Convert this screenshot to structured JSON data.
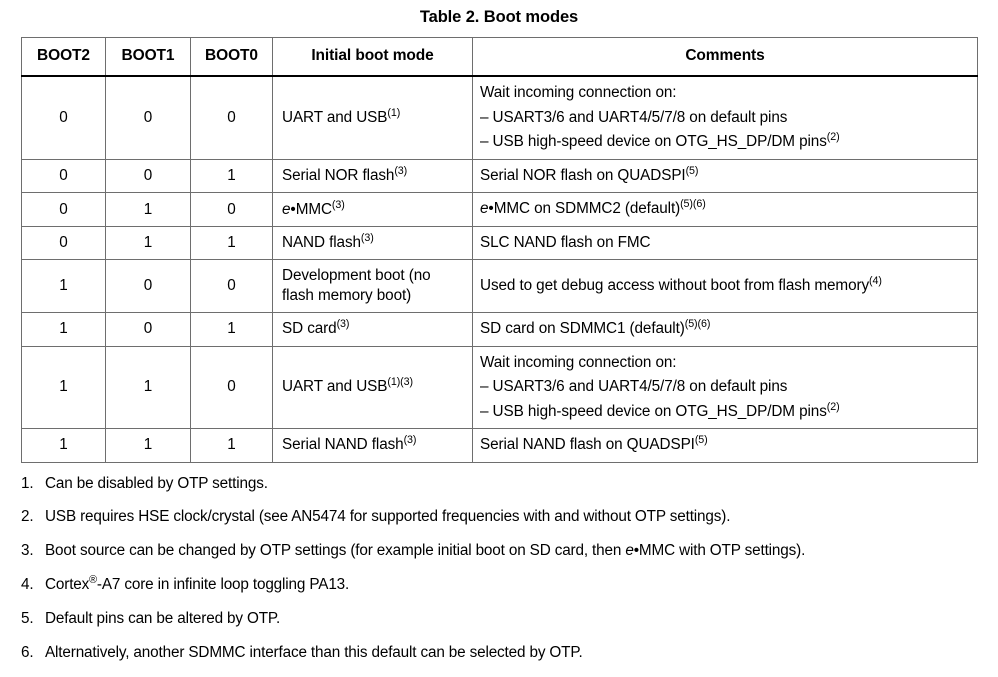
{
  "document": {
    "title": "Table 2. Boot modes"
  },
  "table": {
    "columns": [
      {
        "key": "boot2",
        "label": "BOOT2"
      },
      {
        "key": "boot1",
        "label": "BOOT1"
      },
      {
        "key": "boot0",
        "label": "BOOT0"
      },
      {
        "key": "mode",
        "label": "Initial boot mode"
      },
      {
        "key": "comments",
        "label": "Comments"
      }
    ],
    "rows": [
      {
        "boot2": "0",
        "boot1": "0",
        "boot0": "0",
        "mode": "UART and USB",
        "mode_sup": "(1)",
        "comments_lines": [
          "Wait incoming connection on:",
          "– USART3/6 and UART4/5/7/8 on default pins",
          "– USB high-speed device on OTG_HS_DP/DM pins"
        ],
        "comments_sup": "(2)"
      },
      {
        "boot2": "0",
        "boot1": "0",
        "boot0": "1",
        "mode": "Serial NOR flash",
        "mode_sup": "(3)",
        "comments_lines": [
          "Serial NOR flash on QUADSPI"
        ],
        "comments_sup": "(5)"
      },
      {
        "boot2": "0",
        "boot1": "1",
        "boot0": "0",
        "mode": "e•MMC",
        "mode_sup": "(3)",
        "comments_lines": [
          "e•MMC on SDMMC2 (default)"
        ],
        "comments_sup": "(5)(6)"
      },
      {
        "boot2": "0",
        "boot1": "1",
        "boot0": "1",
        "mode": "NAND flash",
        "mode_sup": "(3)",
        "comments_lines": [
          "SLC NAND flash on FMC"
        ],
        "comments_sup": ""
      },
      {
        "boot2": "1",
        "boot1": "0",
        "boot0": "0",
        "mode": "Development boot (no flash memory boot)",
        "mode_sup": "",
        "comments_lines": [
          "Used to get debug access without boot from flash memory"
        ],
        "comments_sup": "(4)"
      },
      {
        "boot2": "1",
        "boot1": "0",
        "boot0": "1",
        "mode": "SD card",
        "mode_sup": "(3)",
        "comments_lines": [
          "SD card on SDMMC1 (default)"
        ],
        "comments_sup": "(5)(6)"
      },
      {
        "boot2": "1",
        "boot1": "1",
        "boot0": "0",
        "mode": "UART and USB",
        "mode_sup": "(1)(3)",
        "comments_lines": [
          "Wait incoming connection on:",
          "– USART3/6 and UART4/5/7/8 on default pins",
          "– USB high-speed device on OTG_HS_DP/DM pins"
        ],
        "comments_sup": "(2)"
      },
      {
        "boot2": "1",
        "boot1": "1",
        "boot0": "1",
        "mode": "Serial NAND flash",
        "mode_sup": "(3)",
        "comments_lines": [
          "Serial NAND flash on QUADSPI"
        ],
        "comments_sup": "(5)"
      }
    ]
  },
  "footnotes": [
    {
      "num": "1.",
      "text": "Can be disabled by OTP settings."
    },
    {
      "num": "2.",
      "text": "USB requires HSE clock/crystal (see AN5474 for supported frequencies with and without OTP settings)."
    },
    {
      "num": "3.",
      "text": "Boot source can be changed by OTP settings (for example initial boot on SD card, then e•MMC with OTP settings)."
    },
    {
      "num": "4.",
      "text": "Cortex®-A7 core in infinite loop toggling PA13."
    },
    {
      "num": "5.",
      "text": "Default pins can be altered by OTP."
    },
    {
      "num": "6.",
      "text": "Alternatively, another SDMMC interface than this default can be selected by OTP."
    }
  ],
  "colors": {
    "text": "#000000",
    "grid": "#6e6e6e",
    "header_rule": "#000000",
    "background": "#ffffff"
  }
}
